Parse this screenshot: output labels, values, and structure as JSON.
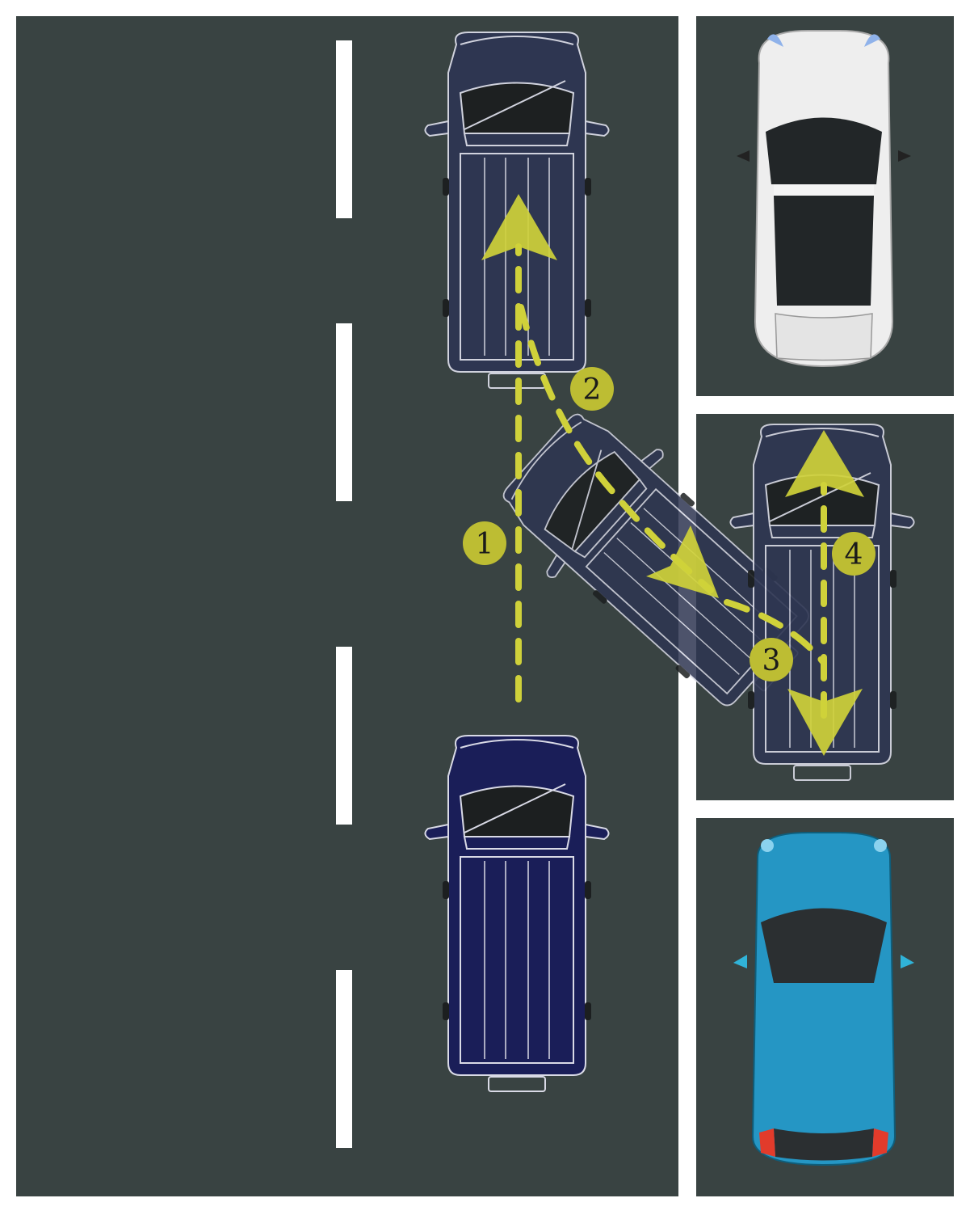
{
  "colors": {
    "asphalt": "#394342",
    "border": "#ffffff",
    "lane_marking": "#ffffff",
    "path_yellow": "#cfd13a",
    "badge_fill": "#bdbd33",
    "truck_blue": "#1a1e58",
    "ghost_truck": "#2e3652",
    "white_car": "#eeeeee",
    "blue_car": "#2596c4",
    "brake_light": "#e23b2b"
  },
  "icons": [
    "pickup-truck-icon",
    "white-car-icon",
    "blue-car-icon",
    "arrow-head-icon"
  ],
  "steps": [
    {
      "id": "step-1",
      "label": "1"
    },
    {
      "id": "step-2",
      "label": "2"
    },
    {
      "id": "step-3",
      "label": "3"
    },
    {
      "id": "step-4",
      "label": "4"
    }
  ]
}
